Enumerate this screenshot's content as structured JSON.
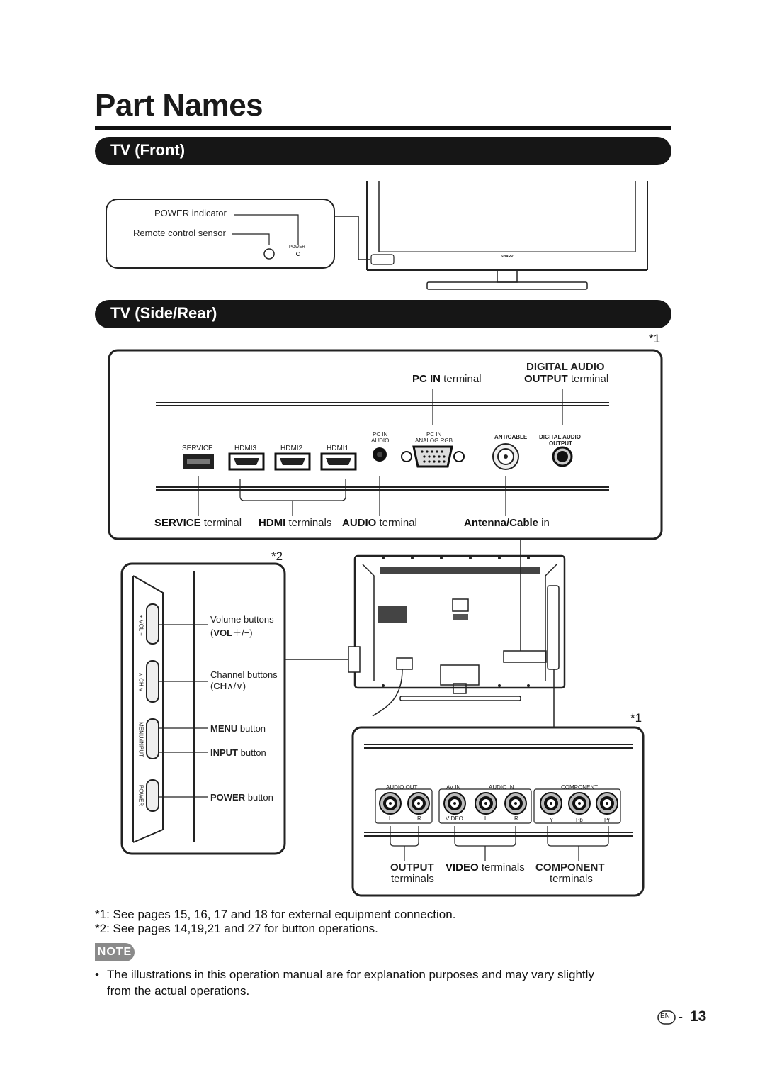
{
  "page": {
    "title": "Part Names",
    "page_number": "13",
    "lang_badge": "EN",
    "lang_sep": "-"
  },
  "front": {
    "heading": "TV (Front)",
    "power_indicator": "POWER indicator",
    "remote_sensor": "Remote control sensor",
    "power_mark": "POWER",
    "brand": "SHARP"
  },
  "rear": {
    "heading": "TV (Side/Rear)",
    "ref1": "*1",
    "ref2": "*2",
    "ref1b": "*1",
    "pc_in": {
      "bold": "PC IN",
      "rest": " terminal"
    },
    "digital_audio": {
      "line1": "DIGITAL AUDIO",
      "bold": "OUTPUT",
      "rest": " terminal"
    },
    "port_labels": {
      "service": "SERVICE",
      "hdmi3": "HDMI3",
      "hdmi2": "HDMI2",
      "hdmi1": "HDMI1",
      "pc_audio_1": "PC IN",
      "pc_audio_2": "AUDIO",
      "pc_rgb_1": "PC IN",
      "pc_rgb_2": "ANALOG RGB",
      "ant": "ANT/CABLE",
      "dig_1": "DIGITAL  AUDIO",
      "dig_2": "OUTPUT"
    },
    "bottom_labels": {
      "service": {
        "bold": "SERVICE",
        "rest": " terminal"
      },
      "hdmi": {
        "bold": "HDMI",
        "rest": " terminals"
      },
      "audio": {
        "bold": "AUDIO",
        "rest": " terminal"
      },
      "antenna": {
        "bold": "Antenna/Cable",
        "rest": " in"
      }
    },
    "side_panel": {
      "vol_mark": "+  VOL  −",
      "ch_mark": "∧  CH  ∨",
      "menu_mark": "MENU/INPUT",
      "power_mark": "POWER",
      "volume": {
        "line1": "Volume buttons",
        "line2_bold": "VOL",
        "line2_rest": "＋/−)"
      },
      "channel": {
        "line1": "Channel buttons",
        "line2_bold": "CH",
        "line2_rest": "∧/∨)"
      },
      "menu": {
        "bold": "MENU",
        "rest": " button"
      },
      "input": {
        "bold": "INPUT",
        "rest": " button"
      },
      "power": {
        "bold": "POWER",
        "rest": " button"
      }
    },
    "av_panel": {
      "audio_out": "AUDIO OUT",
      "av_in": "AV IN",
      "audio_in": "AUDIO IN",
      "component": "COMPONENT",
      "l1": "L",
      "r1": "R",
      "video": "VIDEO",
      "l2": "L",
      "r2": "R",
      "y": "Y",
      "pb": "Pb",
      "pr": "Pr",
      "output": {
        "bold": "OUTPUT",
        "line2": "terminals"
      },
      "video_t": {
        "bold": "VIDEO",
        "rest": " terminals"
      },
      "component_t": {
        "bold": "COMPONENT",
        "line2": "terminals"
      }
    }
  },
  "footnotes": {
    "f1": "*1: See pages 15, 16, 17 and 18 for external equipment connection.",
    "f2": "*2: See pages 14,19,21 and 27 for button operations."
  },
  "note": {
    "badge": "NOTE",
    "bullet": "•",
    "line1": "The illustrations in this operation manual are for explanation purposes and may vary slightly",
    "line2": "from the actual operations."
  }
}
